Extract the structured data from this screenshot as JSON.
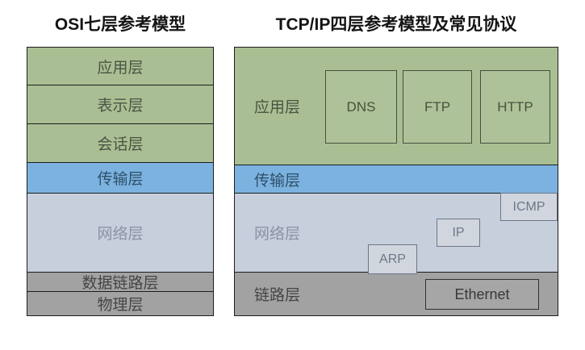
{
  "diagram": {
    "background": "#ffffff",
    "colors": {
      "application_green": "#a9bf93",
      "transport_blue": "#7cb2e0",
      "network_grayblue": "#c7cfdc",
      "link_gray": "#a2a2a2",
      "outline_dark": "#1d1d1d"
    },
    "osi": {
      "title": "OSI七层参考模型",
      "layers": [
        {
          "label": "应用层"
        },
        {
          "label": "表示层"
        },
        {
          "label": "会话层"
        },
        {
          "label": "传输层"
        },
        {
          "label": "网络层"
        },
        {
          "label": "数据链路层"
        },
        {
          "label": "物理层"
        }
      ]
    },
    "tcpip": {
      "title": "TCP/IP四层参考模型及常见协议",
      "layers": [
        {
          "label": "应用层",
          "protocols": [
            "DNS",
            "FTP",
            "HTTP"
          ]
        },
        {
          "label": "传输层",
          "protocols": []
        },
        {
          "label": "网络层",
          "protocols": [
            "ICMP",
            "IP",
            "ARP"
          ]
        },
        {
          "label": "链路层",
          "protocols": [
            "Ethernet"
          ]
        }
      ]
    }
  }
}
